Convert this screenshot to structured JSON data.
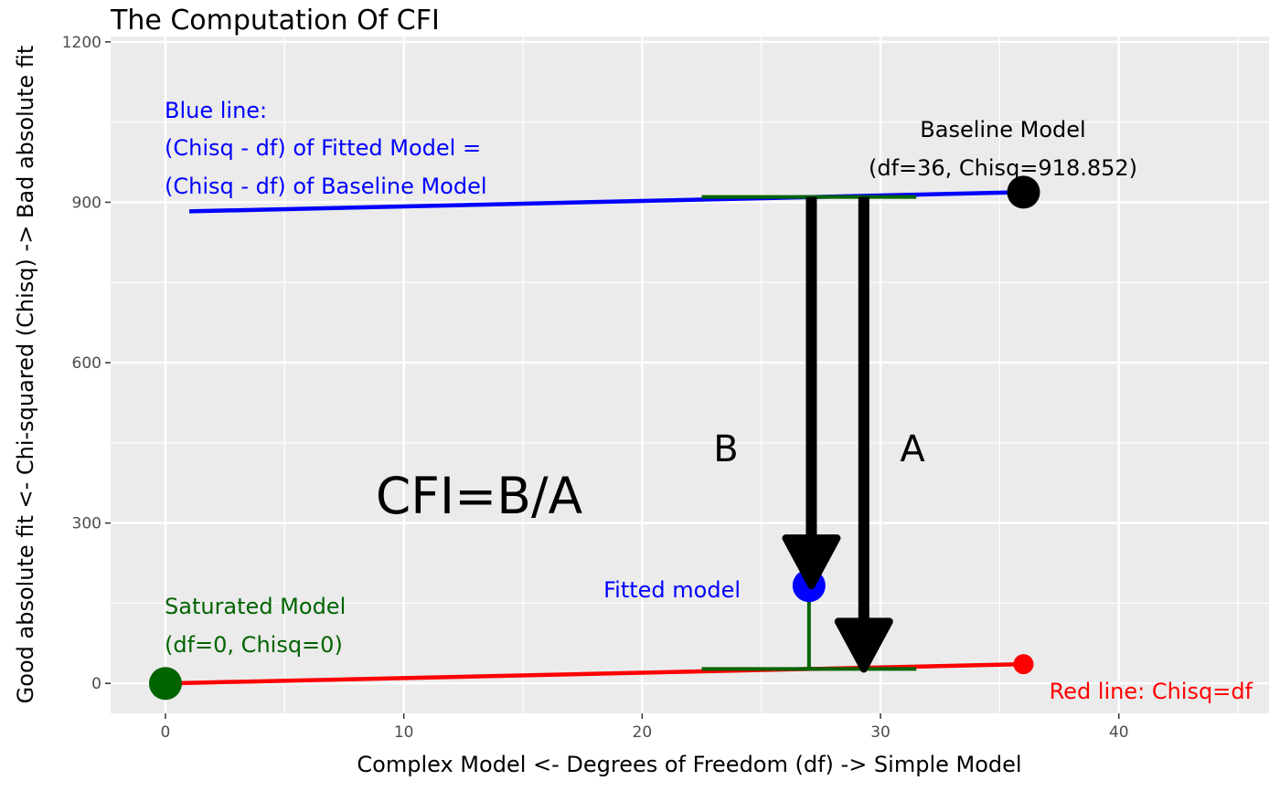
{
  "chart_data": {
    "type": "line",
    "title": "The Computation Of CFI",
    "xlabel": "Complex Model <- Degrees of Freedom (df) -> Simple Model",
    "ylabel": "Good absolute fit <- Chi-squared (Chisq) -> Bad absolute fit",
    "xlim": [
      -2.3,
      46.3
    ],
    "ylim": [
      -56,
      1210
    ],
    "x_ticks": [
      0,
      10,
      20,
      30,
      40
    ],
    "y_ticks": [
      0,
      300,
      600,
      900,
      1200
    ],
    "x_tick_labels": [
      "0",
      "10",
      "20",
      "30",
      "40"
    ],
    "y_tick_labels": [
      "0",
      "300",
      "600",
      "900",
      "1200"
    ],
    "grid": true,
    "background": "#ebebeb",
    "series": [
      {
        "role": "blue-line",
        "color": "#0000ff",
        "x": [
          1,
          36
        ],
        "y": [
          883,
          918.852
        ]
      },
      {
        "role": "red-line",
        "color": "#ff0000",
        "x": [
          0,
          36
        ],
        "y": [
          0,
          36
        ]
      }
    ],
    "points": [
      {
        "role": "saturated-model",
        "x": 0,
        "y": 0,
        "color": "#006400",
        "size": "large"
      },
      {
        "role": "baseline-model",
        "x": 36,
        "y": 918.852,
        "color": "#000000",
        "size": "large"
      },
      {
        "role": "fitted-model",
        "x": 27,
        "y": 183,
        "color": "#0000ff",
        "size": "large"
      },
      {
        "role": "red-line-end",
        "x": 36,
        "y": 36,
        "color": "#ff0000",
        "size": "small"
      }
    ],
    "bracket": {
      "color": "#006400",
      "x_center": 27,
      "x_left": 22.5,
      "x_right": 31.5,
      "y_top": 910,
      "y_bottom": 27,
      "y_stem_bottom": 183
    },
    "arrows": [
      {
        "label": "B",
        "x": 27.1,
        "y_from": 910,
        "y_to": 183
      },
      {
        "label": "A",
        "x": 29.3,
        "y_from": 910,
        "y_to": 27
      }
    ],
    "annotations": {
      "blue_line": [
        "Blue line:",
        "(Chisq - df) of Fitted Model =",
        "(Chisq - df) of Baseline Model"
      ],
      "baseline": [
        "Baseline Model",
        "(df=36, Chisq=918.852)"
      ],
      "saturated": [
        "Saturated Model",
        "(df=0, Chisq=0)"
      ],
      "fitted": "Fitted model",
      "red_line": "Red line: Chisq=df",
      "cfi": "CFI=B/A",
      "label_b": "B",
      "label_a": "A"
    }
  }
}
